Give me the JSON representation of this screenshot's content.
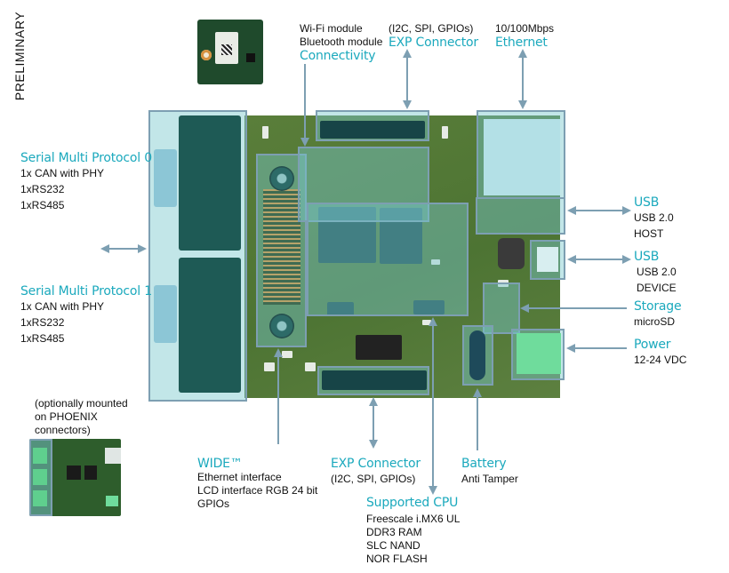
{
  "watermark": "PRELIMINARY",
  "colors": {
    "accent_title": "#1ba9bd",
    "arrow": "#7d9fb2",
    "highlight_fill": "#a6dbe2",
    "board": "#527838"
  },
  "callouts": {
    "connectivity": {
      "lines": [
        "Wi-Fi module",
        "Bluetooth module"
      ],
      "title": "Connectivity"
    },
    "exp_top": {
      "subtitle": "(I2C, SPI, GPIOs)",
      "title": "EXP Connector"
    },
    "ethernet": {
      "subtitle": "10/100Mbps",
      "title": "Ethernet"
    },
    "serial0": {
      "title": "Serial Multi Protocol 0",
      "lines": [
        "1x CAN with PHY",
        "1xRS232",
        "1xRS485"
      ]
    },
    "serial1": {
      "title": "Serial Multi Protocol 1",
      "lines": [
        "1x CAN with PHY",
        "1xRS232",
        "1xRS485"
      ]
    },
    "phoenix_note": {
      "lines": [
        "(optionally mounted",
        "on PHOENIX",
        "connectors)"
      ]
    },
    "usb_host": {
      "title": "USB",
      "lines": [
        "USB 2.0",
        "HOST"
      ]
    },
    "usb_device": {
      "title": "USB",
      "lines": [
        "USB 2.0",
        "DEVICE"
      ]
    },
    "storage": {
      "title": "Storage",
      "lines": [
        "microSD"
      ]
    },
    "power": {
      "title": "Power",
      "lines": [
        "12-24 VDC"
      ]
    },
    "wide": {
      "title": "WIDE™",
      "lines": [
        "Ethernet interface",
        "LCD interface  RGB 24 bit",
        "GPIOs"
      ]
    },
    "exp_bottom": {
      "title": "EXP Connector",
      "subtitle": "(I2C, SPI, GPIOs)"
    },
    "battery": {
      "title": "Battery",
      "lines": [
        "Anti Tamper"
      ]
    },
    "cpu": {
      "title": "Supported CPU",
      "lines": [
        "Freescale i.MX6 UL",
        "DDR3  RAM",
        "SLC  NAND",
        "NOR  FLASH"
      ]
    }
  },
  "icons": {
    "arrow": "arrow-icon",
    "double_arrow": "double-arrow-icon"
  }
}
